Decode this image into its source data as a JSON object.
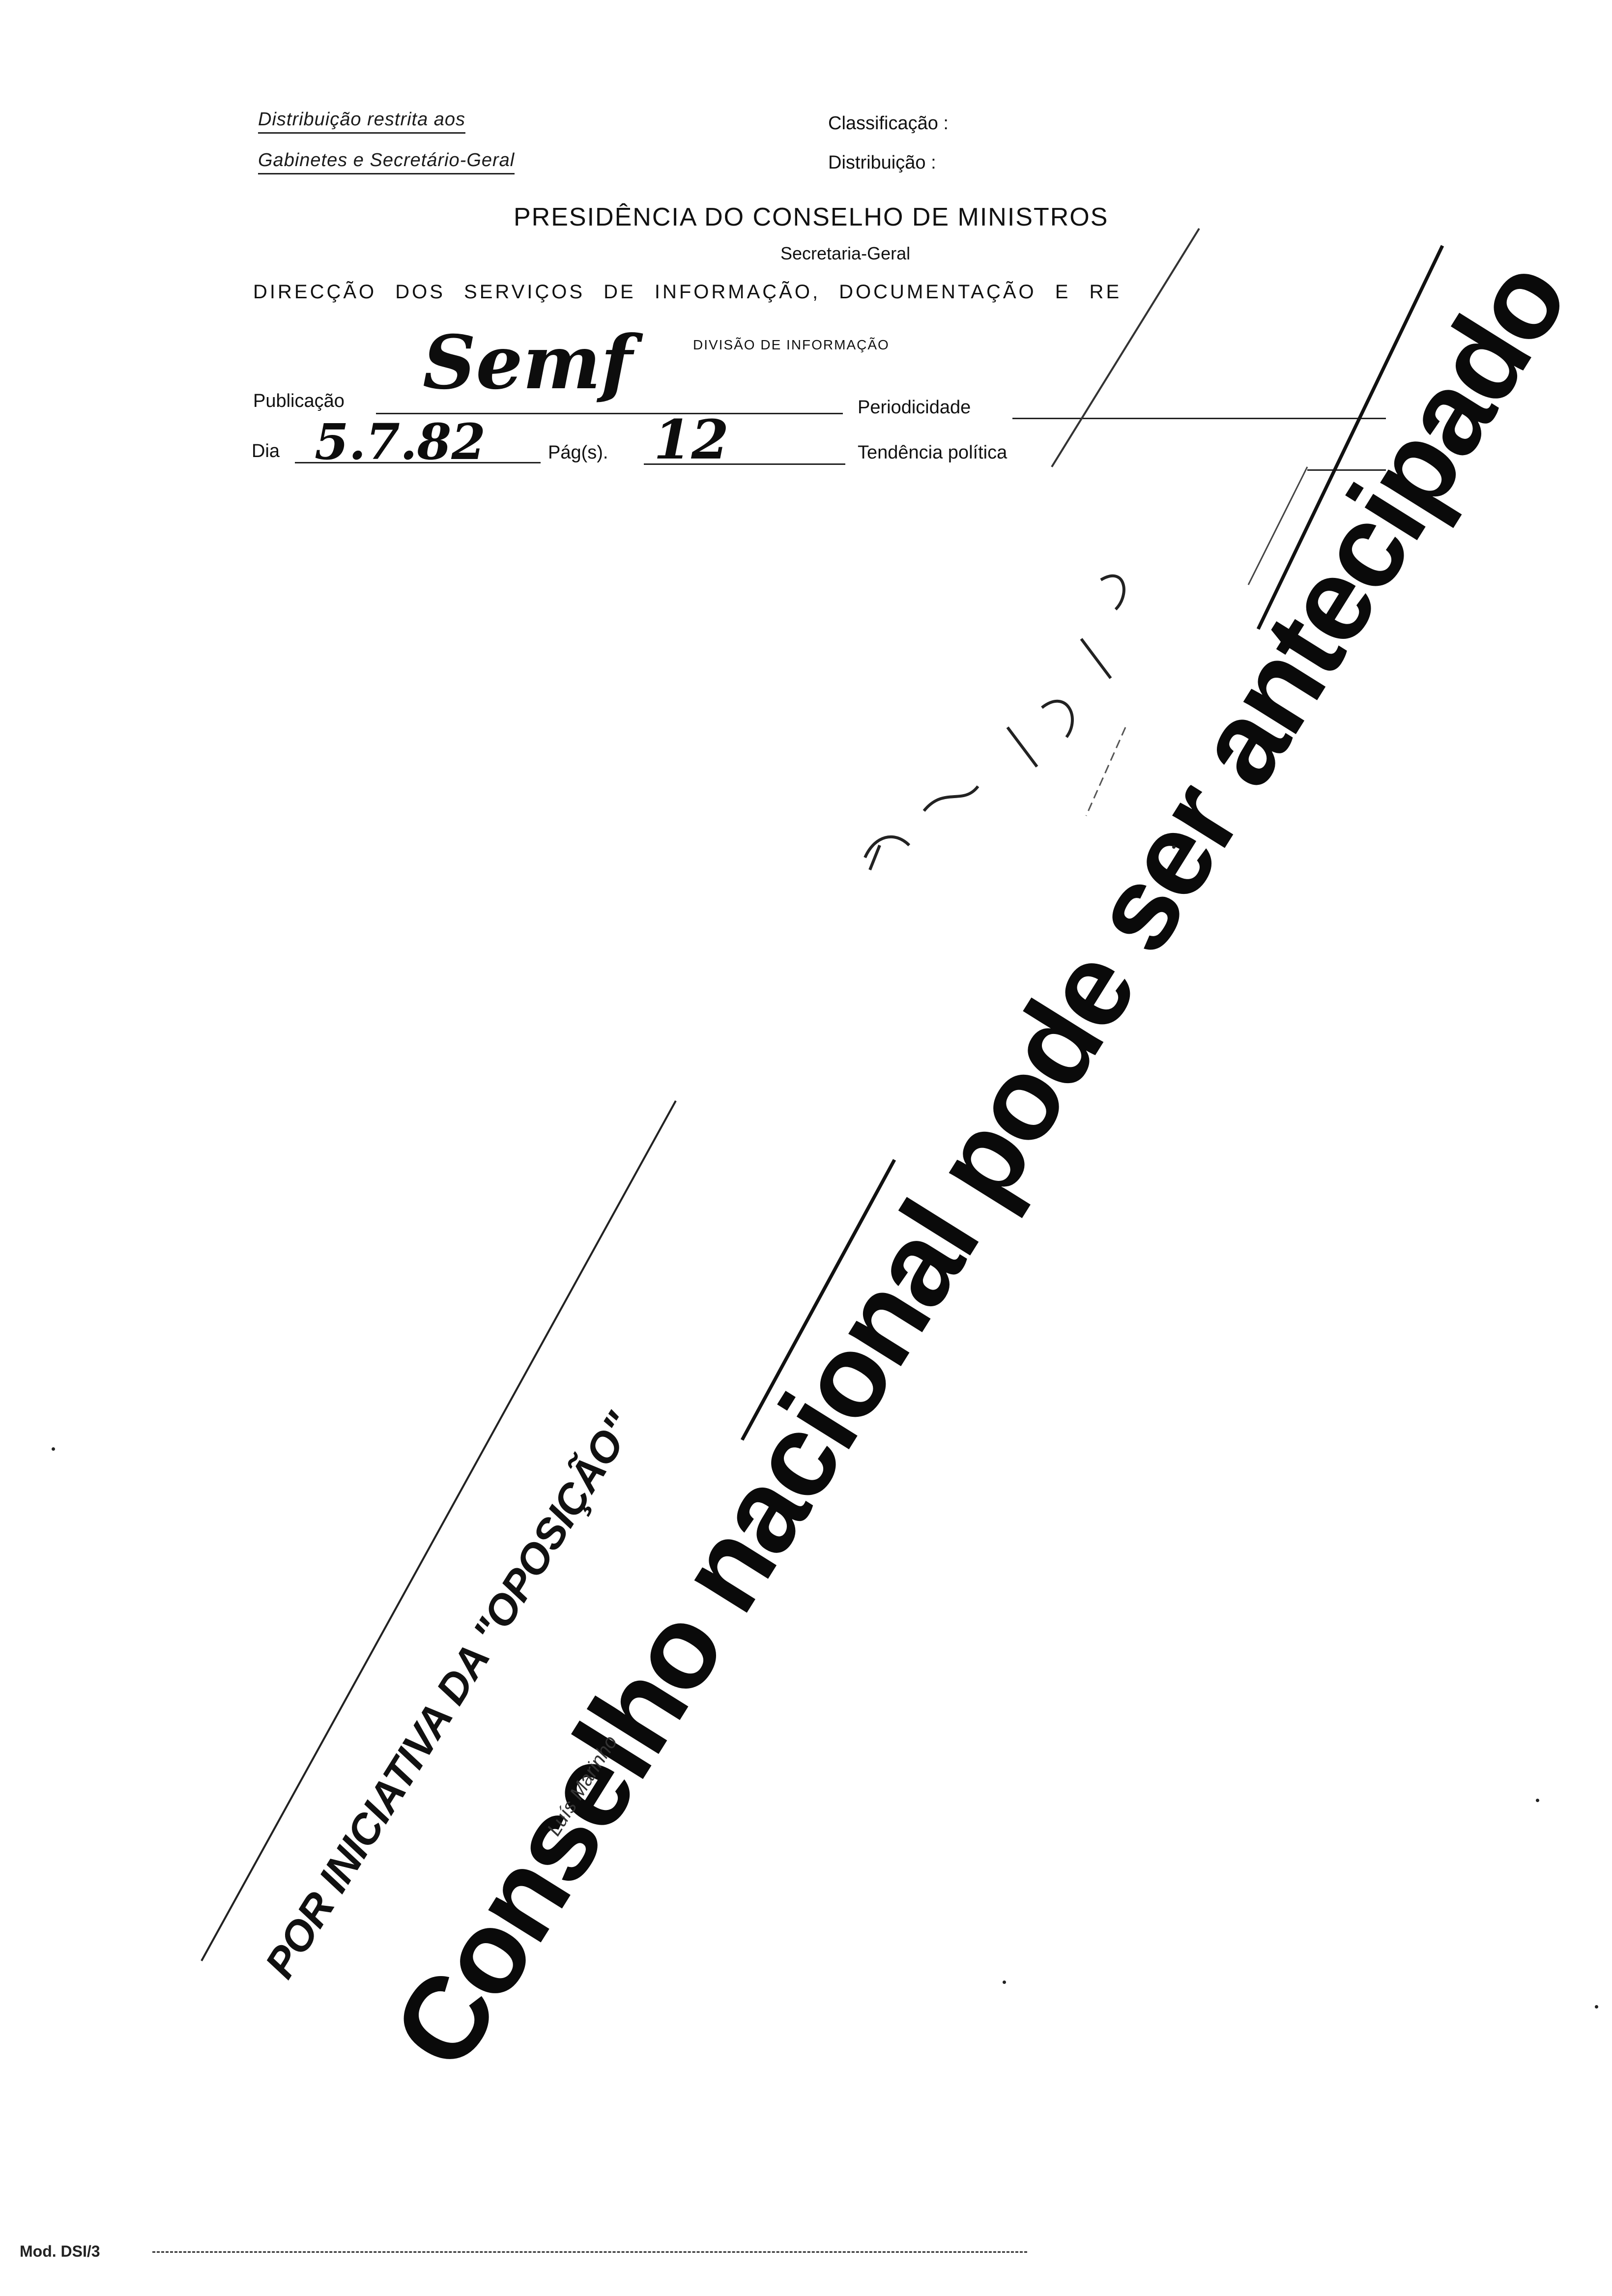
{
  "header": {
    "distribution_line1": "Distribuição restrita aos",
    "distribution_line2": "Gabinetes e Secretário-Geral",
    "classification_label": "Classificação :",
    "distribution_label": "Distribuição :",
    "institution": "PRESIDÊNCIA DO CONSELHO DE MINISTROS",
    "department": "Secretaria-Geral",
    "directorate": "DIRECÇÃO DOS SERVIÇOS DE INFORMAÇÃO, DOCUMENTAÇÃO E RE",
    "division": "DIVISÃO DE INFORMAÇÃO"
  },
  "form": {
    "publication_label": "Publicação",
    "publication_value": "Semf",
    "periodicity_label": "Periodicidade",
    "day_label": "Dia",
    "day_value": "5.7.82",
    "pages_label": "Pág(s).",
    "pages_value": "12",
    "political_tendency_label": "Tendência política"
  },
  "article": {
    "kicker": "POR INICIATIVA DA \"OPOSIÇÃO\"",
    "headline": "Conselho nacional pode ser antecipado",
    "byline": "Luís Marinho"
  },
  "footer": {
    "form_code": "Mod. DSI/3"
  }
}
